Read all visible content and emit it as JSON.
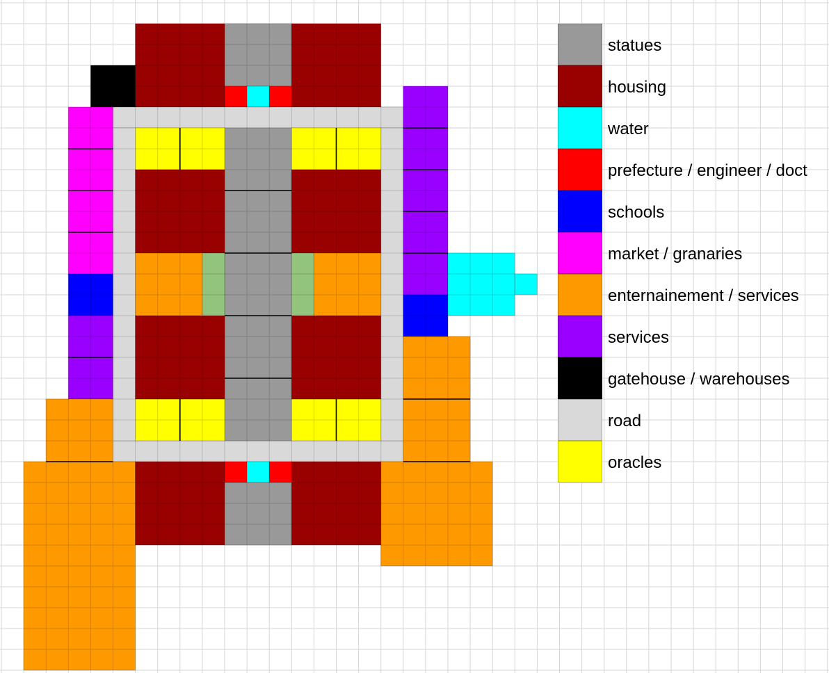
{
  "colors": {
    "statues": "#999999",
    "housing": "#990000",
    "water": "#00ffff",
    "prefecture": "#ff0000",
    "schools": "#0000ff",
    "market": "#ff00ff",
    "entertainment": "#ff9900",
    "services": "#9900ff",
    "gatehouse": "#000000",
    "road": "#d9d9d9",
    "oracles": "#ffff00",
    "garden": "#93c47d",
    "gridline": "#d6d6d6"
  },
  "legend": {
    "items": [
      {
        "key": "statues",
        "label": "statues",
        "color": "#999999"
      },
      {
        "key": "housing",
        "label": "housing",
        "color": "#990000"
      },
      {
        "key": "water",
        "label": "water",
        "color": "#00ffff"
      },
      {
        "key": "prefecture",
        "label": "prefecture / engineer / doct",
        "color": "#ff0000"
      },
      {
        "key": "schools",
        "label": "schools",
        "color": "#0000ff"
      },
      {
        "key": "market",
        "label": "market / granaries",
        "color": "#ff00ff"
      },
      {
        "key": "entertainment",
        "label": "enternainement / services",
        "color": "#ff9900"
      },
      {
        "key": "services",
        "label": "services",
        "color": "#9900ff"
      },
      {
        "key": "gatehouse",
        "label": "gatehouse / warehouses",
        "color": "#000000"
      },
      {
        "key": "road",
        "label": "road",
        "color": "#d9d9d9"
      },
      {
        "key": "oracles",
        "label": "oracles",
        "color": "#ffff00"
      }
    ]
  }
}
